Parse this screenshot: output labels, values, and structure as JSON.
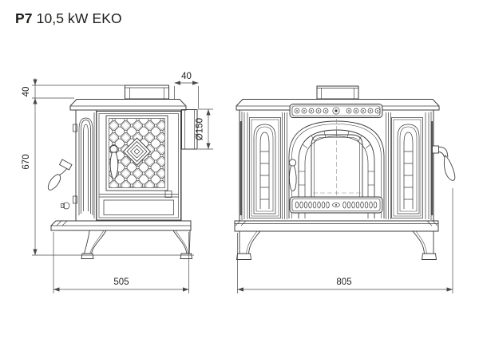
{
  "title": {
    "model": "P7",
    "spec": "10,5 kW EKO"
  },
  "dimensions": {
    "collar_height": "40",
    "rear_flue_offset": "40",
    "height": "670",
    "flue_diameter": "Ø150",
    "depth": "505",
    "width": "805"
  },
  "colors": {
    "background": "#ffffff",
    "line": "#3c3c3c",
    "dimension": "#4a4a4a",
    "text": "#1d1d1b"
  }
}
